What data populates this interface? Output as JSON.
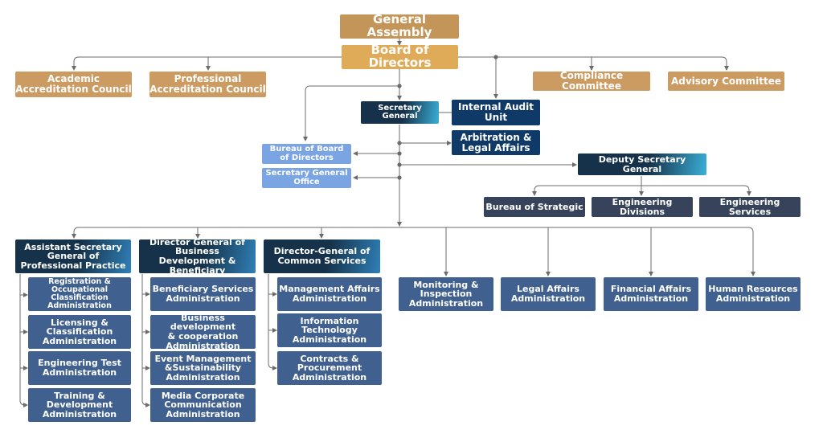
{
  "org": {
    "general_assembly": "General Assembly",
    "board_of_directors": "Board of Directors",
    "academic_council": "Academic\nAccreditation Council",
    "professional_council": "Professional\nAccreditation Council",
    "compliance_committee": "Compliance Committee",
    "advisory_committee": "Advisory Committee",
    "secretary_general": "Secretary General",
    "internal_audit": "Internal Audit\nUnit",
    "arbitration": "Arbitration &\nLegal Affairs",
    "bureau_board": "Bureau of Board\nof Directors",
    "sg_office": "Secretary General\nOffice",
    "deputy_sg": "Deputy Secretary General",
    "bureau_strategic": "Bureau of Strategic",
    "engineering_divisions": "Engineering Divisions",
    "engineering_services": "Engineering Services",
    "asg_professional": "Assistant Secretary\nGeneral of\nProfessional Practice",
    "dg_business": "Director General of\nBusiness\nDevelopment & Beneficiary",
    "dg_common": "Director-General of\nCommon Services",
    "monitoring": "Monitoring &\nInspection\nAdministration",
    "legal_admin": "Legal Affairs\nAdministration",
    "financial_admin": "Financial Affairs\nAdministration",
    "hr_admin": "Human Resources\nAdministration",
    "professional_children": [
      "Registration & Occupational\nClassification\nAdministration",
      "Licensing &\nClassification\nAdministration",
      "Engineering Test\nAdministration",
      "Training &\nDevelopment\nAdministration"
    ],
    "business_children": [
      "Beneficiary Services\nAdministration",
      "Business development\n& cooperation\nAdministration",
      "Event Management\n&Sustainability\nAdministration",
      "Media Corporate\nCommunication\nAdministration"
    ],
    "common_children": [
      "Management Affairs\nAdministration",
      "Information\nTechnology\nAdministration",
      "Contracts &\nProcurement\nAdministration"
    ]
  },
  "colors": {
    "gold": "#c39559",
    "gold_light": "#e0ab58",
    "tan": "#cc9b62",
    "navy": "#0f3a68",
    "navy_dark": "#16324a",
    "light_blue": "#7aa5e2",
    "slate": "#36435a",
    "steel": "#40608f",
    "connector": "#6b6b6b"
  }
}
